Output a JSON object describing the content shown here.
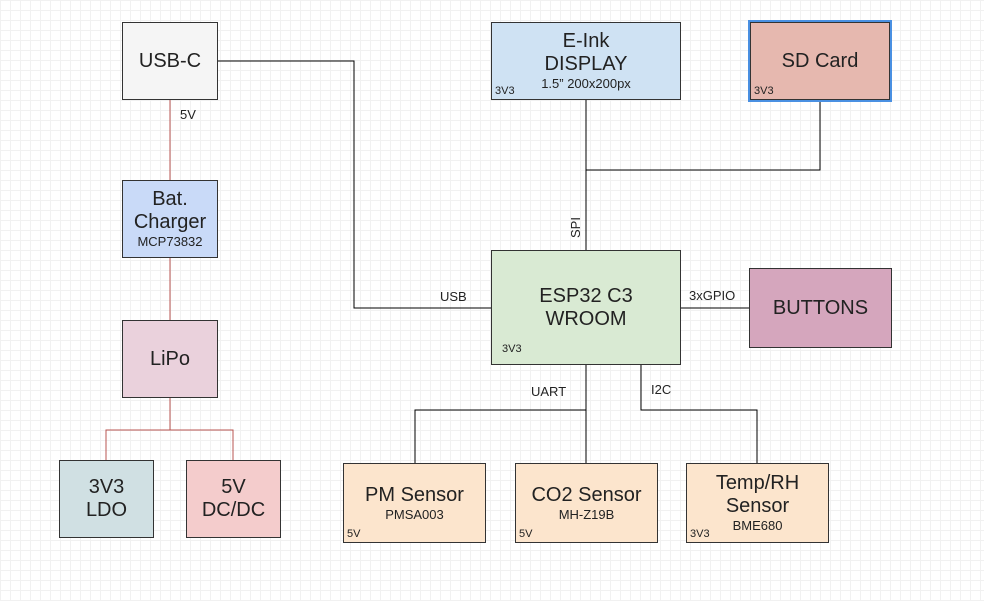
{
  "colors": {
    "gray": "#f5f5f5",
    "blue": "#dae8fc",
    "lightblue": "#cfe2f3",
    "salmon": "#e6b8af",
    "green": "#d9ead3",
    "pink": "#ead1dc",
    "red": "#f4cccc",
    "mauve": "#d5a6bd",
    "peach": "#fce5cd",
    "teal": "#d0e0e3",
    "powerLine": "#b85450",
    "dataLine": "#000000"
  },
  "blocks": {
    "usbc": {
      "title": "USB-C"
    },
    "eink": {
      "title1": "E-Ink",
      "title2": "DISPLAY",
      "sub": "1.5” 200x200px",
      "volt": "3V3"
    },
    "sd": {
      "title": "SD Card",
      "volt": "3V3"
    },
    "charger": {
      "title1": "Bat.",
      "title2": "Charger",
      "sub": "MCP73832"
    },
    "lipo": {
      "title": "LiPo"
    },
    "ldo": {
      "title1": "3V3",
      "title2": "LDO"
    },
    "dcdc": {
      "title1": "5V",
      "title2": "DC/DC"
    },
    "esp": {
      "title1": "ESP32 C3",
      "title2": "WROOM",
      "volt": "3V3"
    },
    "buttons": {
      "title": "BUTTONS"
    },
    "pm": {
      "title": "PM Sensor",
      "sub": "PMSA003",
      "volt": "5V"
    },
    "co2": {
      "title": "CO2 Sensor",
      "sub": "MH-Z19B",
      "volt": "5V"
    },
    "temp": {
      "title1": "Temp/RH",
      "title2": "Sensor",
      "sub": "BME680",
      "volt": "3V3"
    }
  },
  "labels": {
    "v5": "5V",
    "usb": "USB",
    "spi": "SPI",
    "gpio": "3xGPIO",
    "uart": "UART",
    "i2c": "I2C"
  }
}
